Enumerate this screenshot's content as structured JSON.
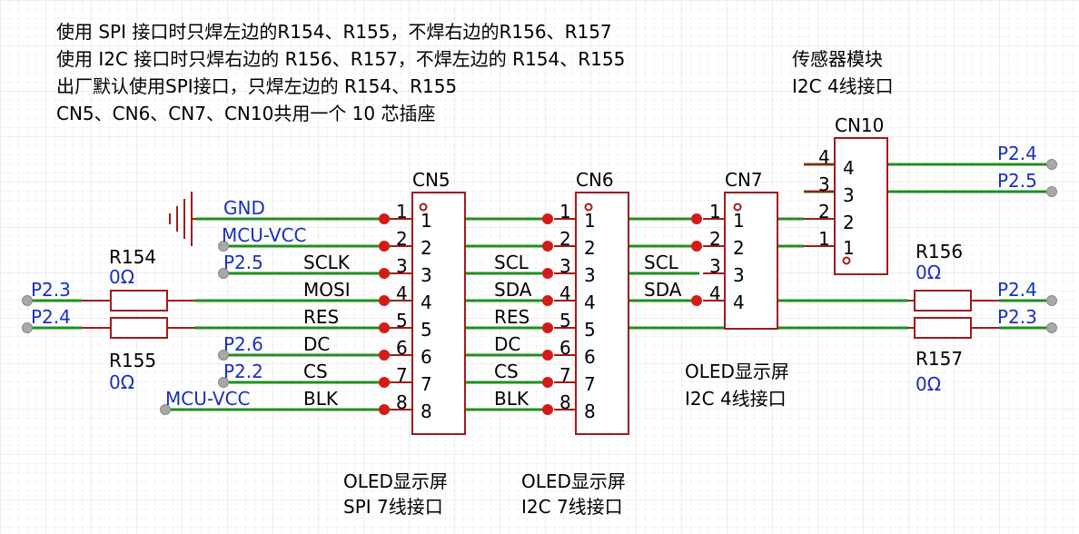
{
  "notes": {
    "line1": "使用 SPI 接口时只焊左边的R154、R155，不焊右边的R156、R157",
    "line2": "使用 I2C 接口时只焊右边的 R156、R157，不焊左边的 R154、R155",
    "line3": "出厂默认使用SPI接口，只焊左边的 R154、R155",
    "line4": "CN5、CN6、CN7、CN10共用一个 10 芯插座"
  },
  "sensor_module": {
    "title": "传感器模块",
    "subtitle": "I2C  4线接口"
  },
  "oled_spi": {
    "title": "OLED显示屏",
    "subtitle": "SPI  7线接口"
  },
  "oled_i2c7": {
    "title": "OLED显示屏",
    "subtitle": "I2C  7线接口"
  },
  "oled_i2c4": {
    "title": "OLED显示屏",
    "subtitle": "I2C  4线接口"
  },
  "connectors": {
    "cn5": {
      "ref": "CN5",
      "pins": [
        "1",
        "2",
        "3",
        "4",
        "5",
        "6",
        "7",
        "8"
      ]
    },
    "cn6": {
      "ref": "CN6",
      "pins": [
        "1",
        "2",
        "3",
        "4",
        "5",
        "6",
        "7",
        "8"
      ]
    },
    "cn7": {
      "ref": "CN7",
      "pins": [
        "1",
        "2",
        "3",
        "4"
      ]
    },
    "cn10": {
      "ref": "CN10",
      "pins": [
        "4",
        "3",
        "2",
        "1"
      ]
    }
  },
  "cn5_signals": [
    "SCLK",
    "MOSI",
    "RES",
    "DC",
    "CS",
    "BLK"
  ],
  "cn6_signals": [
    "SCL",
    "SDA",
    "RES",
    "DC",
    "CS",
    "BLK"
  ],
  "cn7_signals": [
    "SCL",
    "SDA"
  ],
  "nets": {
    "gnd": "GND",
    "mcu_vcc_top": "MCU-VCC",
    "mcu_vcc_bottom": "MCU-VCC",
    "p25_cn5": "P2.5",
    "p26": "P2.6",
    "p22": "P2.2",
    "p23_left": "P2.3",
    "p24_left": "P2.4",
    "p24_right": "P2.4",
    "p23_right": "P2.3",
    "p24_cn10": "P2.4",
    "p25_cn10": "P2.5"
  },
  "resistors": {
    "r154": {
      "ref": "R154",
      "value": "0Ω"
    },
    "r155": {
      "ref": "R155",
      "value": "0Ω"
    },
    "r156": {
      "ref": "R156",
      "value": "0Ω"
    },
    "r157": {
      "ref": "R157",
      "value": "0Ω"
    }
  },
  "colors": {
    "wire": "#1f8f1f",
    "component": "#a11a1a",
    "junction": "#d61a1a",
    "net_label": "#1a2fbf"
  }
}
